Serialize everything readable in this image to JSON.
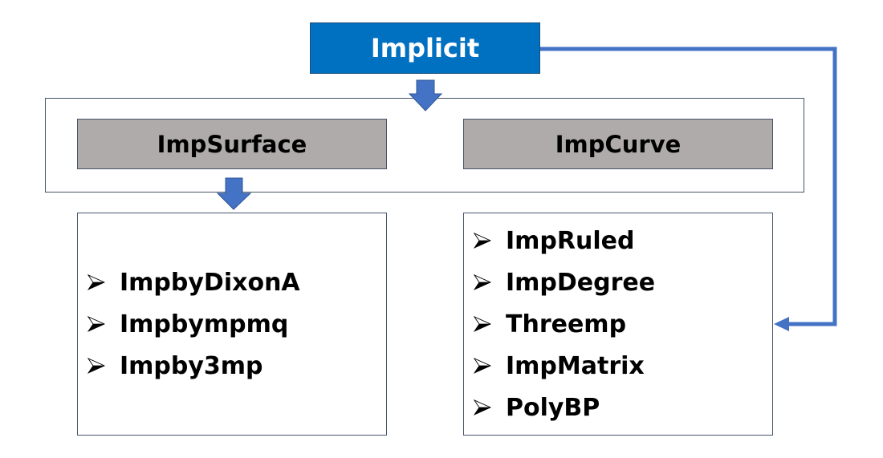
{
  "diagram": {
    "root": {
      "label": "Implicit"
    },
    "categories": [
      {
        "id": "surface",
        "label": "ImpSurface"
      },
      {
        "id": "curve",
        "label": "ImpCurve"
      }
    ],
    "surface_methods": [
      "ImpbyDixonA",
      "Impbympmq",
      "Impby3mp"
    ],
    "curve_methods": [
      "ImpRuled",
      "ImpDegree",
      "Threemp",
      "ImpMatrix",
      "PolyBP"
    ],
    "colors": {
      "root_fill": "#0070c0",
      "category_fill": "#afabab",
      "arrow": "#4472c4",
      "border": "#44546a"
    },
    "icons": {
      "bullet": "arrowhead-bullet-icon",
      "down_arrow": "block-down-arrow-icon",
      "connector": "elbow-connector-arrow-icon"
    }
  }
}
